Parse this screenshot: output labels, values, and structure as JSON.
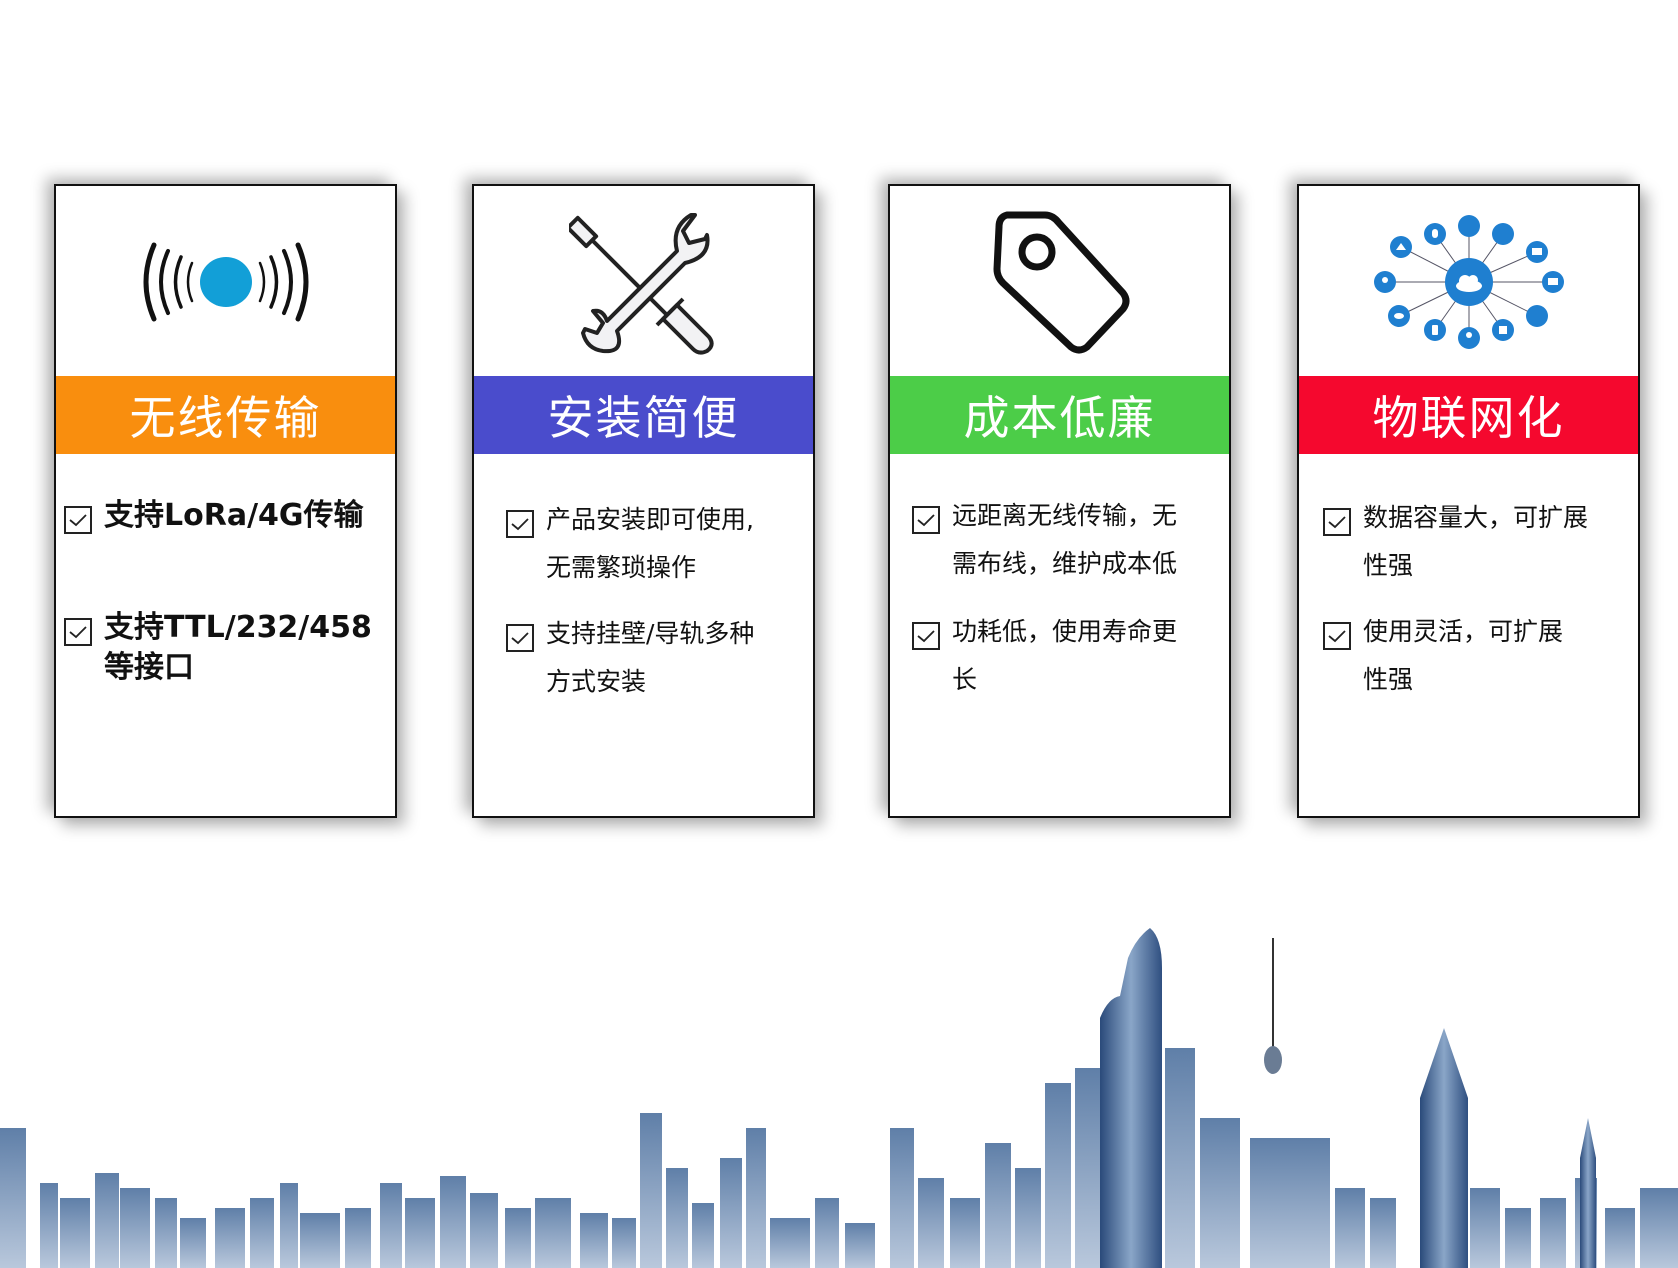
{
  "cards": [
    {
      "title": "无线传输",
      "color": "#F98E0E",
      "icon": "wireless-signal-icon",
      "items": [
        {
          "text": "支持LoRa/4G传输"
        },
        {
          "text": "支持TTL/232/458\n等接口"
        }
      ]
    },
    {
      "title": "安装简便",
      "color": "#4A4CCC",
      "icon": "wrench-screwdriver-icon",
      "items": [
        {
          "text": "产品安装即可使用,\n无需繁琐操作"
        },
        {
          "text": "支持挂壁/导轨多种\n方式安装"
        }
      ]
    },
    {
      "title": "成本低廉",
      "color": "#4CCD48",
      "icon": "price-tag-icon",
      "items": [
        {
          "text": "远距离无线传输，无\n需布线，维护成本低"
        },
        {
          "text": "功耗低，使用寿命更\n长"
        }
      ]
    },
    {
      "title": "物联网化",
      "color": "#F5082E",
      "icon": "iot-cloud-network-icon",
      "items": [
        {
          "text": "数据容量大，可扩展\n性强"
        },
        {
          "text": "使用灵活，可扩展\n性强"
        }
      ]
    }
  ],
  "accent": {
    "signal_dot": "#129FD7",
    "iot_blue": "#1F7FD0"
  }
}
